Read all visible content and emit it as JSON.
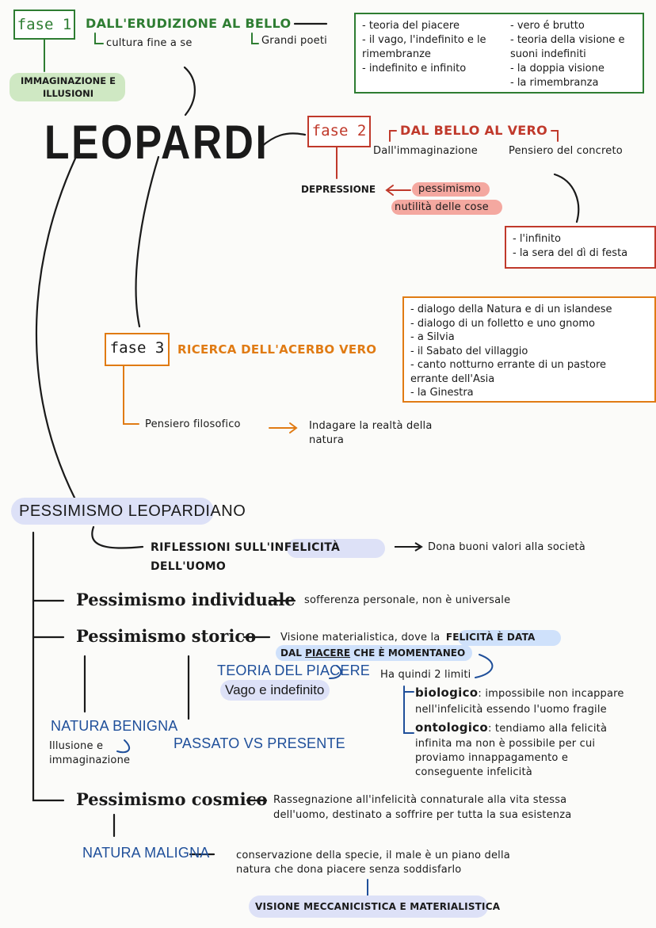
{
  "colors": {
    "green": "#2e7d32",
    "red": "#c0392b",
    "orange": "#e07b14",
    "navy": "#1f4f9a",
    "lav": "#dde1f7",
    "pink": "#f4a8a0",
    "lightgreen": "#cfe8c3",
    "lightblue": "#cfe1fb"
  },
  "title": "LEOPARDI",
  "phase1": {
    "label": "fase 1",
    "heading": "DALL'ERUDIZIONE AL BELLO",
    "sub_left": "cultura fine a se",
    "sub_right": "Grandi poeti",
    "tag": [
      "IMMAGINAZIONE E",
      "ILLUSIONI"
    ],
    "list_left": [
      "- teoria del piacere",
      "- il vago, l'indefinito e le",
      "rimembranze",
      "- indefinito e infinito"
    ],
    "list_right": [
      "- vero é brutto",
      "- teoria della visione e",
      "suoni indefiniti",
      "- la doppia visione",
      "- la rimembranza"
    ]
  },
  "phase2": {
    "label": "fase 2",
    "heading": "DAL BELLO AL VERO",
    "left": "Dall'immaginazione",
    "right": "Pensiero del concreto",
    "depression": "DEPRESSIONE",
    "pessimism": "pessimismo",
    "uselessness": "nutilità delle cose",
    "list": [
      "- l'infinito",
      "- la sera del dì di festa"
    ]
  },
  "phase3": {
    "label": "fase 3",
    "heading": "RICERCA DELL'ACERBO VERO",
    "list": [
      "- dialogo della Natura e di un islandese",
      "- dialogo di un folletto e uno gnomo",
      "- a Silvia",
      "- il Sabato del villaggio",
      "- canto notturno errante di un pastore",
      "errante dell'Asia",
      "- la Ginestra"
    ],
    "thought": "Pensiero filosofico",
    "arrow": "->",
    "investigate": [
      "Indagare la realtà della",
      "natura"
    ]
  },
  "pessimism": {
    "title": "PESSIMISMO LEOPARDIANO",
    "reflections_1": "RIFLESSIONI SULL'",
    "reflections_hl": "INFELICITÀ",
    "reflections_2": "DELL'UOMO",
    "arrow": "->",
    "reflections_result": "Dona buoni valori alla società",
    "individual": "Pessimismo individuale",
    "individual_desc": "sofferenza personale, non è universale",
    "historical": "Pessimismo storico",
    "historical_desc_1": "Visione materialistica, dove la",
    "historical_desc_hl1": "FELICITÀ È DATA",
    "historical_desc_hl2a": "DAL ",
    "historical_desc_hl2u": "PIACERE",
    "historical_desc_hl2b": " CHE È MOMENTANEO",
    "pleasure_theory": "TEORIA DEL PIACERE",
    "vague": "Vago e indefinito",
    "two_limits": "Ha quindi 2 limiti",
    "bio_label": "biologico",
    "bio_text_1": ": impossibile non incappare",
    "bio_text_2": "nell'infelicità essendo l'uomo fragile",
    "onto_label": "ontologico",
    "onto_text_1": ": tendiamo alla felicità",
    "onto_text_2": "infinita ma non è possibile per cui",
    "onto_text_3": "proviamo innappagamento e",
    "onto_text_4": "conseguente infelicità",
    "benign": "NATURA BENIGNA",
    "illusion_1": "Illusione e",
    "illusion_2": "immaginazione",
    "past_present": "PASSATO VS PRESENTE",
    "cosmic": "Pessimismo cosmico",
    "cosmic_desc_1": "Rassegnazione all'infelicità connaturale alla vita stessa",
    "cosmic_desc_2": "dell'uomo, destinato a soffrire per tutta la sua esistenza",
    "malign": "NATURA MALIGNA",
    "malign_desc_1": "conservazione della specie, il male è un piano della",
    "malign_desc_2": "natura che dona piacere senza soddisfarlo",
    "mechanistic": "VISIONE MECCANICISTICA E MATERIALISTICA"
  }
}
